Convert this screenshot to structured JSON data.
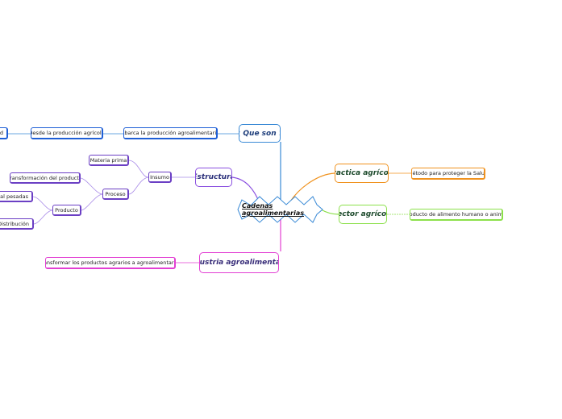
{
  "central": {
    "label": "Cadenas agroalimentarias"
  },
  "que_son": {
    "label": "¿ Que son ?",
    "children": [
      "Abarca la producción agroalimentaria",
      "Desde la producción agrícola",
      "…ad"
    ]
  },
  "estructura": {
    "label": "Estructura",
    "insumo": {
      "label": "Insumo",
      "children": [
        "Materia prima"
      ]
    },
    "proceso": {
      "label": "Proceso",
      "children": [
        "Transformación del producto"
      ]
    },
    "producto": {
      "label": "Producto",
      "children": [
        "…espal pesadas",
        "Distribución"
      ]
    }
  },
  "practica": {
    "label": "Practica agrícola",
    "children": [
      "Método para proteger la Salud"
    ]
  },
  "sector": {
    "label": "Sector agrícola",
    "children": [
      "Producto de alimento humano o animal"
    ]
  },
  "industria": {
    "label": "Industria agroalimentaria",
    "children": [
      "Transformar los productos agrarios a agroalimentarios"
    ]
  },
  "colors": {
    "blue": "#3a8ad6",
    "orange": "#f0921e",
    "green": "#8be04a",
    "purple": "#8a4fe0",
    "pink": "#e23fd3"
  }
}
